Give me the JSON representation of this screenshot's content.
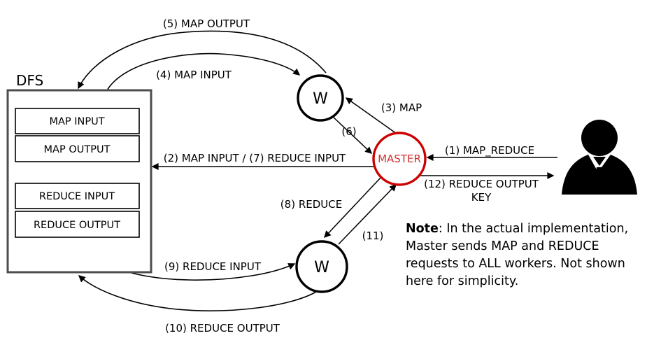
{
  "dfs": {
    "title": "DFS",
    "boxes": [
      "MAP INPUT",
      "MAP OUTPUT",
      "REDUCE INPUT",
      "REDUCE OUTPUT"
    ]
  },
  "nodes": {
    "worker_top": "W",
    "worker_bottom": "W",
    "master": "MASTER"
  },
  "labels": {
    "a1": "(1) MAP_REDUCE",
    "a2_7": "(2) MAP INPUT / (7) REDUCE INPUT",
    "a3": "(3) MAP",
    "a4": "(4) MAP INPUT",
    "a5": "(5) MAP OUTPUT",
    "a6": "(6)",
    "a8": "(8) REDUCE",
    "a9": "(9) REDUCE INPUT",
    "a10": "(10) REDUCE OUTPUT",
    "a11": "(11)",
    "a12_line1": "(12) REDUCE OUTPUT",
    "a12_line2": "KEY"
  },
  "note": {
    "bold": "Note",
    "rest": ": In the actual implementation,",
    "line2": "Master sends MAP and REDUCE",
    "line3": "requests to ALL workers. Not shown",
    "line4": "here for simplicity."
  },
  "colors": {
    "master_stroke": "#cc0000",
    "master_text": "#d32f2f",
    "line": "#000000",
    "dfs_border": "#4d4d4d"
  }
}
